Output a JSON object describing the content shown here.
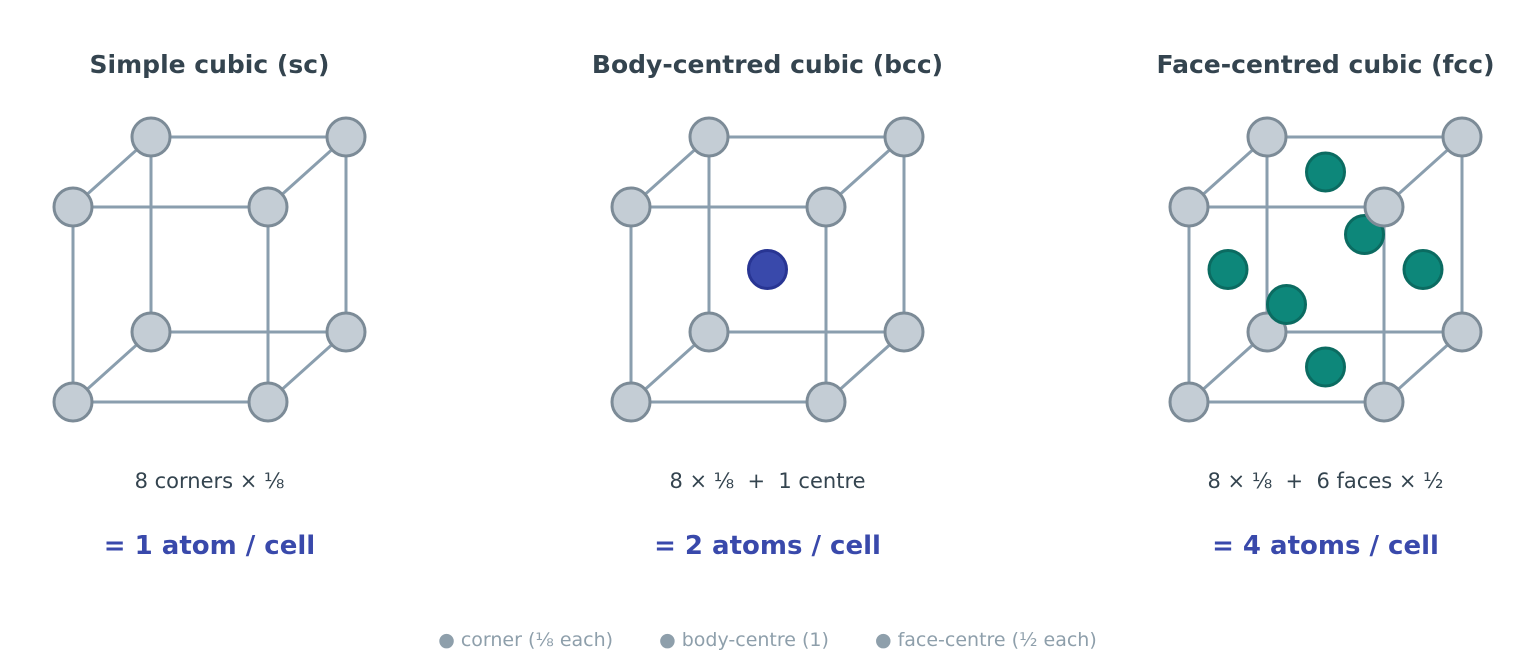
{
  "panels": [
    {
      "id": "sc",
      "title": "Simple cubic (sc)",
      "formula": "8 corners × ⅛",
      "result": "= 1 atom / cell",
      "has_body_centre": false,
      "has_face_centres": false
    },
    {
      "id": "bcc",
      "title": "Body-centred cubic (bcc)",
      "formula": "8 × ⅛  +  1 centre",
      "result": "= 2 atoms / cell",
      "has_body_centre": true,
      "has_face_centres": false
    },
    {
      "id": "fcc",
      "title": "Face-centred cubic (fcc)",
      "formula": "8 × ⅛  +  6 faces × ½",
      "result": "= 4 atoms / cell",
      "has_body_centre": false,
      "has_face_centres": true
    }
  ],
  "legend": [
    {
      "label": "● corner (⅛ each)"
    },
    {
      "label": "● body-centre (1)"
    },
    {
      "label": "● face-centre (½ each)"
    }
  ],
  "colors": {
    "edge": "#8a9eae",
    "corner_fill": "#c4cdd5",
    "corner_stroke": "#7c8b97",
    "body_centre_fill": "#3949ab",
    "body_centre_stroke": "#283593",
    "face_centre_fill": "#0d877a",
    "face_centre_stroke": "#0b6b61",
    "title": "#34444f",
    "result": "#3949ab",
    "legend": "#8e9fab"
  }
}
